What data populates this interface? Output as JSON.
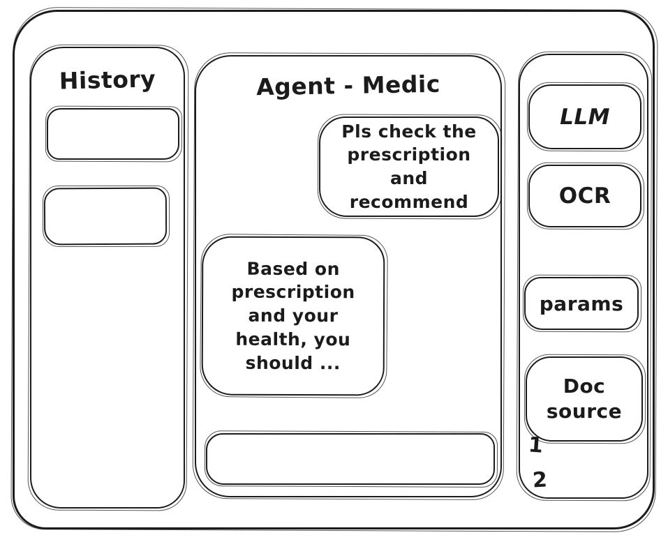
{
  "colors": {
    "stroke": "#1b1b1b",
    "background": "#ffffff"
  },
  "history": {
    "title": "History",
    "items": [
      {
        "label": ""
      },
      {
        "label": ""
      }
    ]
  },
  "chat": {
    "title": "Agent - Medic",
    "user_message": "Pls check the prescription and recommend",
    "agent_message": "Based on prescription and your health, you should ...",
    "input_value": ""
  },
  "tools": {
    "items": [
      {
        "label": "LLM"
      },
      {
        "label": "OCR"
      },
      {
        "label": "params"
      },
      {
        "label": "Doc source"
      }
    ],
    "doc_source_numbers": [
      "1",
      "2"
    ]
  }
}
